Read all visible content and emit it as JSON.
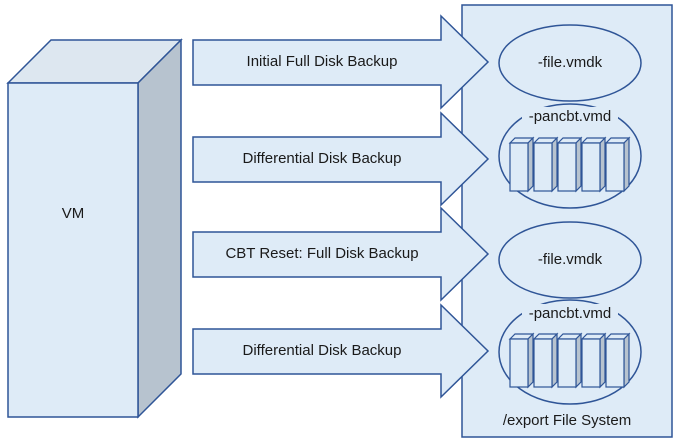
{
  "vm": {
    "label": "VM"
  },
  "arrows": [
    {
      "label": "Initial Full Disk Backup"
    },
    {
      "label": "Differential Disk Backup"
    },
    {
      "label": "CBT Reset: Full Disk Backup"
    },
    {
      "label": "Differential Disk Backup"
    }
  ],
  "filesystem": {
    "label": "/export File System",
    "items": [
      {
        "label": "-file.vmdk"
      },
      {
        "label": "-pancbt.vmd"
      },
      {
        "label": "-file.vmdk"
      },
      {
        "label": "-pancbt.vmd"
      }
    ]
  },
  "colors": {
    "fill_light": "#deebf7",
    "stroke": "#2f5597",
    "vm_side": "#b7c3cf",
    "vm_top": "#dde7f0"
  }
}
